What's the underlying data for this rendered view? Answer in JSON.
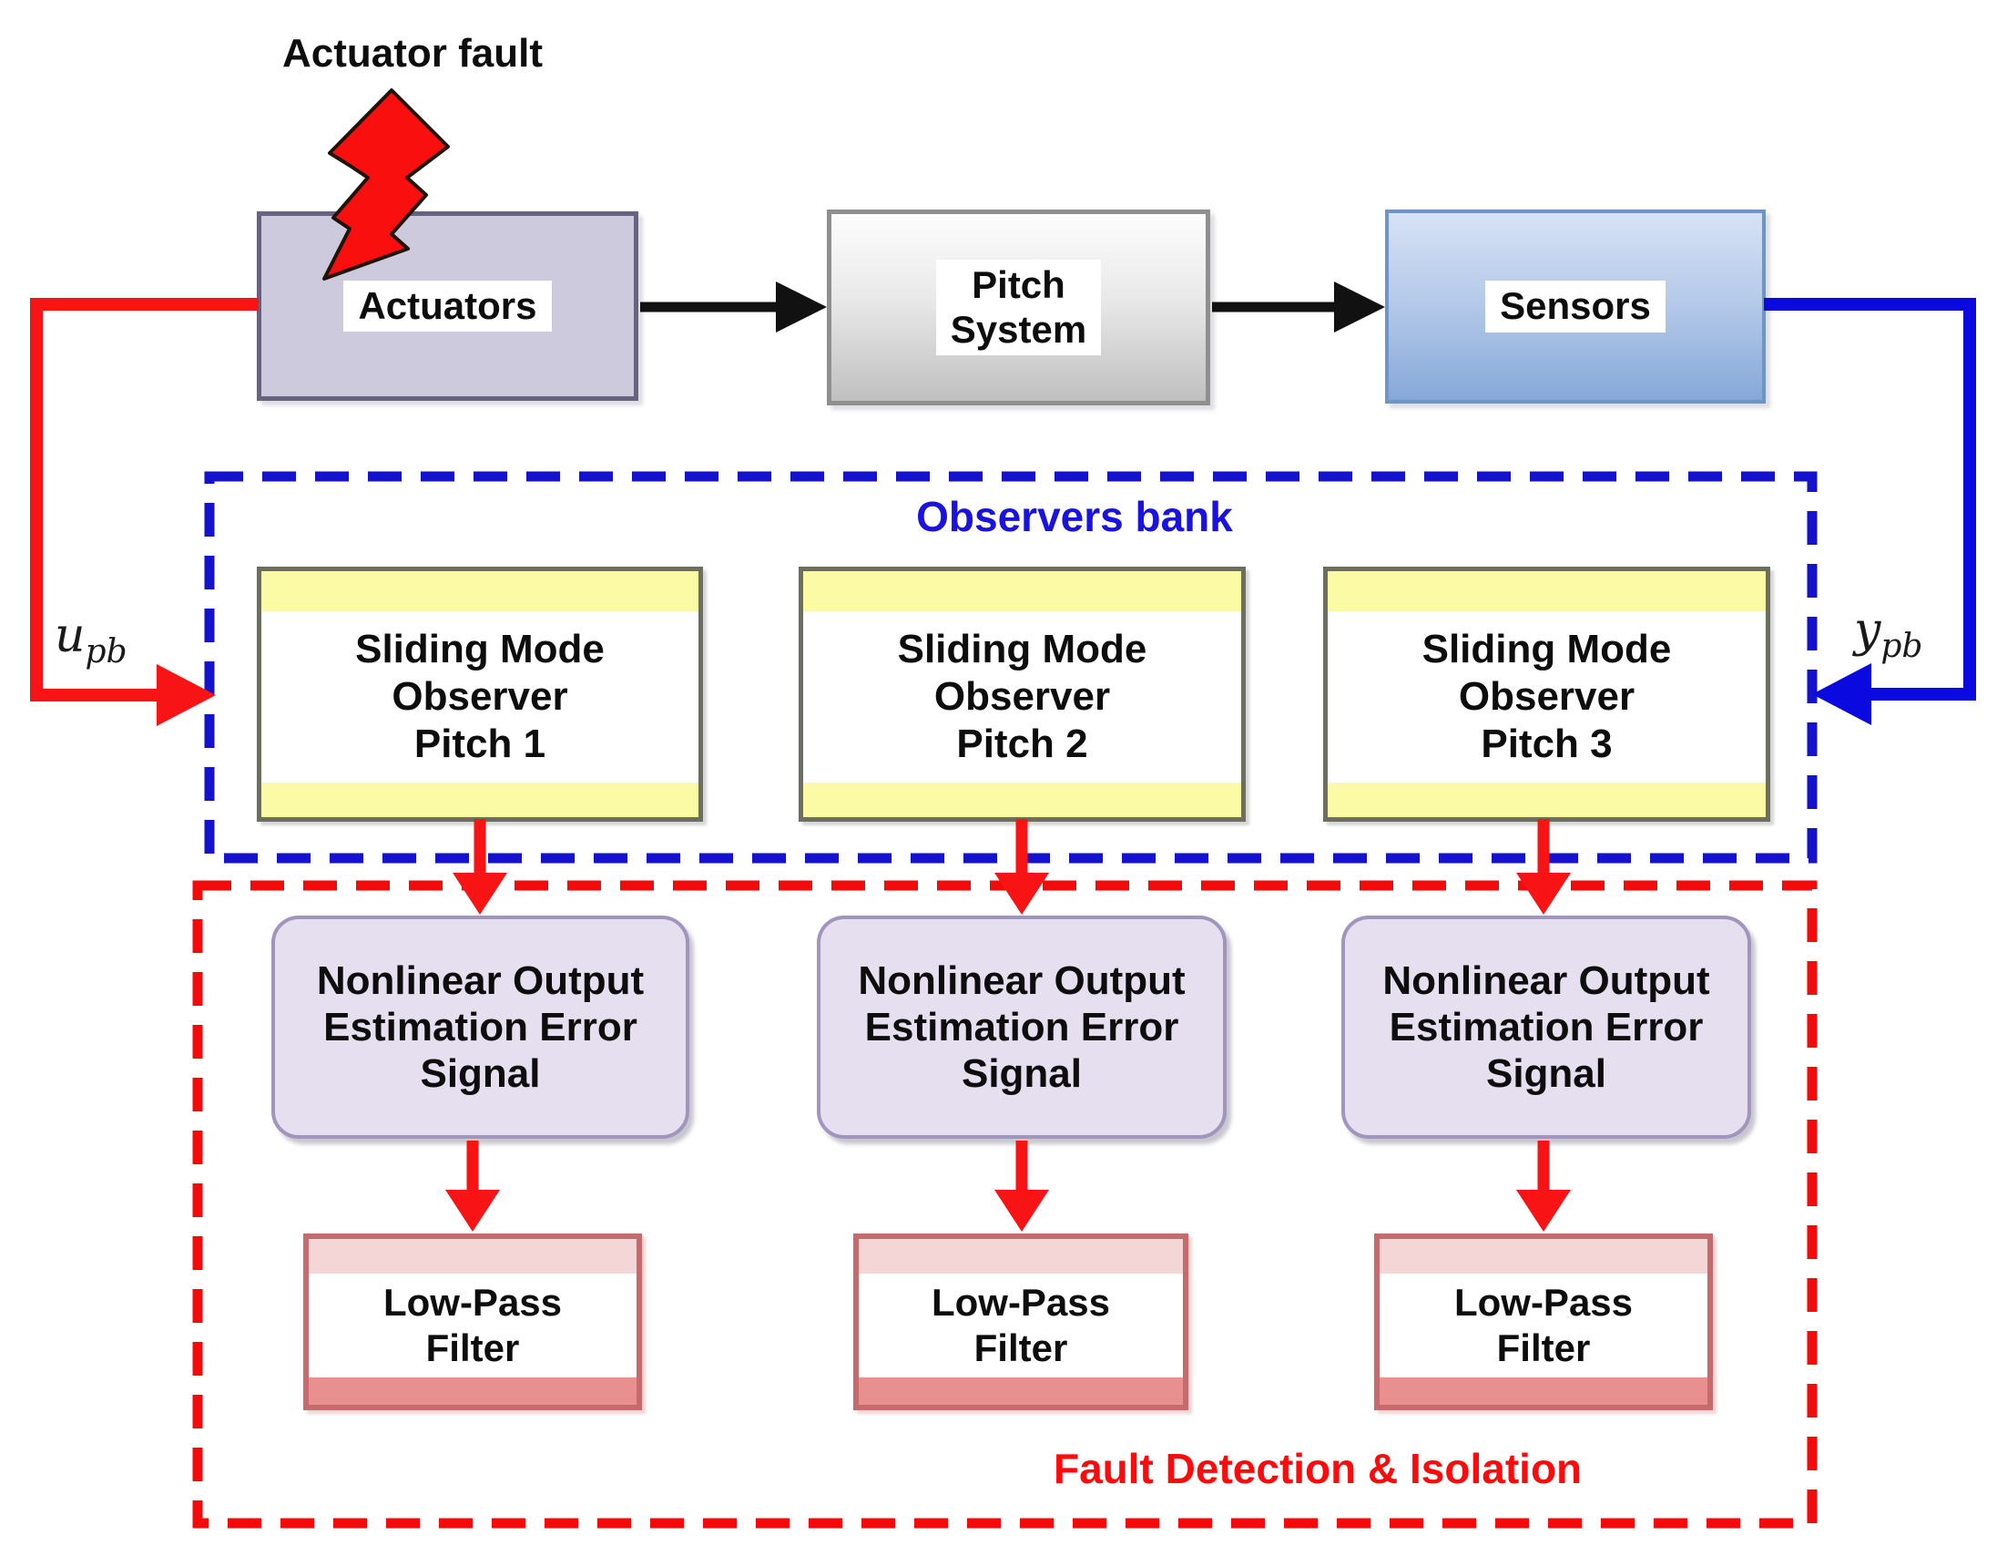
{
  "diagram": {
    "fault_note": "Actuator fault",
    "plant": {
      "actuators_label": "Actuators",
      "pitch_system_label": "Pitch\nSystem",
      "sensors_label": "Sensors"
    },
    "signals": {
      "input": {
        "base": "u",
        "sub": "pb"
      },
      "output": {
        "base": "y",
        "sub": "pb"
      }
    },
    "observers_bank": {
      "label": "Observers bank",
      "observers": [
        {
          "label": "Sliding Mode\nObserver\nPitch 1"
        },
        {
          "label": "Sliding Mode\nObserver\nPitch 2"
        },
        {
          "label": "Sliding Mode\nObserver\nPitch 3"
        }
      ]
    },
    "fdi": {
      "label": "Fault Detection & Isolation",
      "error_signals": [
        {
          "label": "Nonlinear Output\nEstimation Error\nSignal"
        },
        {
          "label": "Nonlinear Output\nEstimation Error\nSignal"
        },
        {
          "label": "Nonlinear Output\nEstimation Error\nSignal"
        }
      ],
      "filters": [
        {
          "label": "Low-Pass\nFilter"
        },
        {
          "label": "Low-Pass\nFilter"
        },
        {
          "label": "Low-Pass\nFilter"
        }
      ]
    },
    "colors": {
      "input_line_red": "#f81414",
      "output_line_blue": "#0a0ae0",
      "observers_dash_blue": "#1512cd",
      "fdi_dash_red": "#f30b0b",
      "actuators_fill": "#cecade",
      "sensors_fill_top": "#d7e2f5",
      "sensors_fill_bottom": "#86a8d8",
      "observer_band_yellow": "#fbfba6",
      "error_signal_fill": "#e6dff0",
      "filter_border": "#c66a6e",
      "filter_band_top": "#f5d6d6",
      "filter_band_bottom": "#e89090",
      "lightning_red": "#fa0f0f"
    }
  }
}
